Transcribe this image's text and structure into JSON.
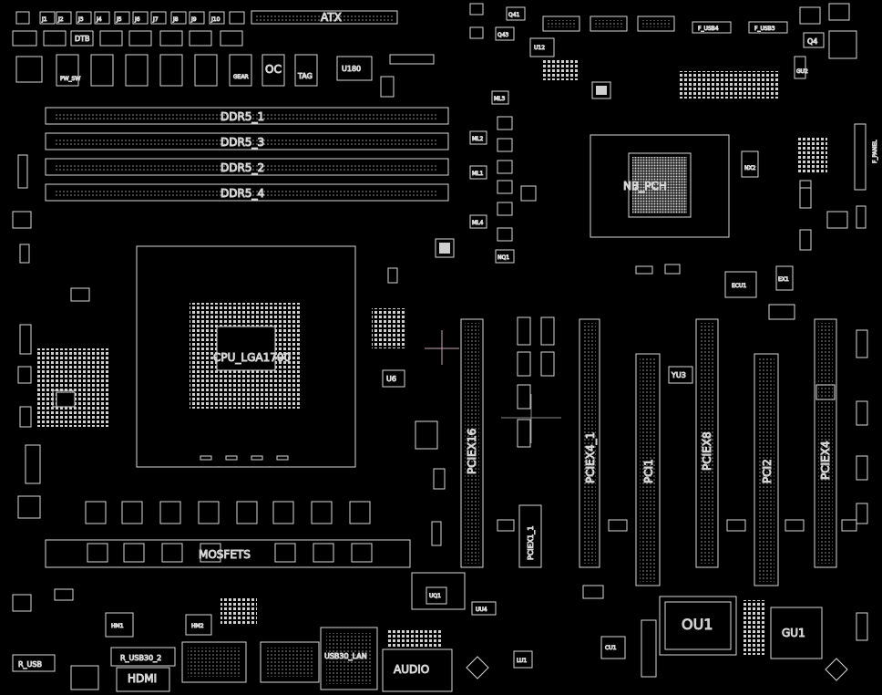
{
  "colors": {
    "background": "#000000",
    "outline": "#d8d8d8",
    "dim": "#8a8a8a",
    "marker": "#c8a6b6"
  },
  "labels": {
    "atx": "ATX",
    "ddr5_1": "DDR5_1",
    "ddr5_3": "DDR5_3",
    "ddr5_2": "DDR5_2",
    "ddr5_4": "DDR5_4",
    "cpu": "CPU_LGA1700",
    "pch": "NB_PCH",
    "mosfet": "MOSFETS",
    "pciex16": "PCIEX16",
    "pciex4_1": "PCIEX4_1",
    "pci1": "PCI1",
    "pciex8": "PCIEX8",
    "pci2": "PCI2",
    "pciex4": "PCIEX4",
    "pciex1_1": "PCIEX1_1",
    "audio": "AUDIO",
    "hdmi": "HDMI",
    "ou1": "OU1",
    "gu1": "GU1",
    "yu3": "YU3",
    "ecu1": "ECU1",
    "u6": "U6",
    "u180": "U180",
    "q4": "Q4",
    "q43": "Q43",
    "q41": "Q41",
    "dtb": "DTB",
    "f_usb4": "F_USB4",
    "f_usb3": "F_USB3",
    "f_panel": "F_PANEL",
    "r_usb30_2": "R_USB30_2",
    "r_usb": "R_USB",
    "usb30_lan": "USB30_LAN",
    "oc": "OC",
    "tag": "TAG",
    "gear": "GEAR",
    "pw_sw": "PW_SW",
    "hm1": "HM1",
    "hm2": "HM2",
    "lu1": "LU1",
    "cu1": "CU1",
    "uq1": "UQ1",
    "uu4": "UU4",
    "nq1": "NQ1",
    "ml1": "ML1",
    "ml2": "ML2",
    "ml3": "ML3",
    "ml4": "ML4",
    "nx2": "NX2",
    "ex1": "EX1",
    "u12": "U12",
    "gu2": "GU2",
    "j1": "J1",
    "j2": "J2",
    "j3": "J3",
    "j4": "J4",
    "j5": "J5",
    "j6": "J6",
    "j7": "J7",
    "j8": "J8",
    "j9": "J9",
    "j10": "J10"
  }
}
